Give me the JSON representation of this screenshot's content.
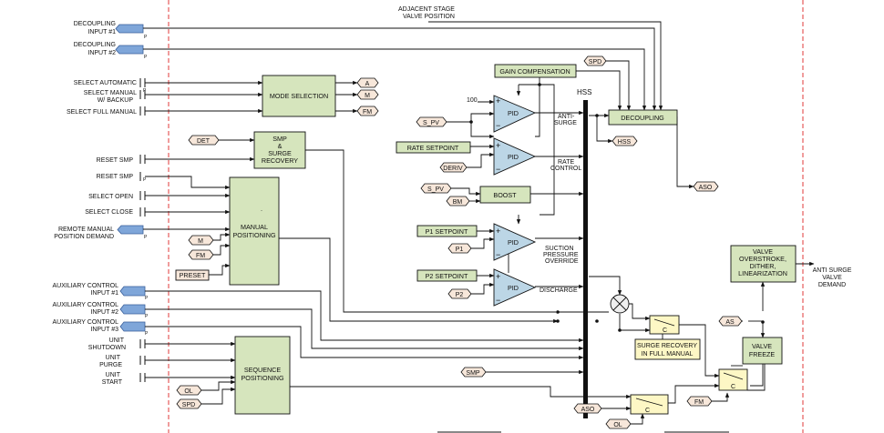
{
  "colors": {
    "block_fill": "#d6e5bd",
    "input_tag_fill": "#7fa6d9",
    "pid_fill": "#bcd6e6",
    "small_tag_fill": "#f7e7da",
    "switch_fill": "#fdf7c5",
    "boundary_line": "#e03a3a"
  },
  "inputs": {
    "decoupling1": [
      "DECOUPLING",
      "INPUT #1"
    ],
    "decoupling2": [
      "DECOUPLING",
      "INPUT #2"
    ],
    "select_automatic": "SELECT AUTOMATIC",
    "select_manual_backup": [
      "SELECT MANUAL",
      "W/ BACKUP"
    ],
    "select_full_manual": "SELECT FULL MANUAL",
    "reset_smp_1": "RESET SMP",
    "reset_smp_2": "RESET SMP",
    "select_open": "SELECT OPEN",
    "select_close": "SELECT CLOSE",
    "remote_manual": [
      "REMOTE MANUAL",
      "POSITION DEMAND"
    ],
    "aux1": [
      "AUXILIARY CONTROL",
      "INPUT #1"
    ],
    "aux2": [
      "AUXILIARY CONTROL",
      "INPUT #2"
    ],
    "aux3": [
      "AUXILIARY CONTROL",
      "INPUT #3"
    ],
    "unit_shutdown": [
      "UNIT",
      "SHUTDOWN"
    ],
    "unit_purge": [
      "UNIT",
      "PURGE"
    ],
    "unit_start": [
      "UNIT",
      "START"
    ],
    "p_suffix": "P"
  },
  "blocks": {
    "mode_selection": "MODE SELECTION",
    "smp_recovery": [
      "SMP",
      "&",
      "SURGE",
      "RECOVERY"
    ],
    "manual_positioning": [
      "MANUAL",
      "POSITIONING"
    ],
    "manual_dot": ".",
    "sequence_positioning": [
      "SEQUENCE",
      "POSITIONING"
    ],
    "gain_compensation": "GAIN COMPENSATION",
    "decoupling": "DECOUPLING",
    "boost": "BOOST",
    "rate_setpoint": "RATE SETPOINT",
    "p1_setpoint": "P1 SETPOINT",
    "p2_setpoint": "P2 SETPOINT",
    "valve_overstroke": [
      "VALVE",
      "OVERSTROKE,",
      "DITHER,",
      "LINEARIZATION"
    ],
    "valve_freeze": [
      "VALVE",
      "FREEZE"
    ],
    "preset": "PRESET"
  },
  "tags": {
    "a": "A",
    "m": "M",
    "fm": "FM",
    "det": "DET",
    "m2": "M",
    "fm2": "FM",
    "s_pv": "S_PV",
    "deriv": "DERIV",
    "s_pv2": "S_PV",
    "bm": "BM",
    "p1": "P1",
    "p2": "P2",
    "spd": "SPD",
    "hss": "HSS",
    "aso": "ASO",
    "as": "AS",
    "smp": "SMP",
    "ol": "OL",
    "spd2": "SPD",
    "aso2": "ASO",
    "ol2": "OL",
    "fm3": "FM"
  },
  "pid": {
    "label": "PID",
    "plus": "+",
    "minus": "−",
    "const_100": "100"
  },
  "signals": {
    "anti_surge": [
      "ANTI-",
      "SURGE"
    ],
    "rate_control": [
      "RATE",
      "CONTROL"
    ],
    "suction": [
      "SUCTION",
      "PRESSURE",
      "OVERRIDE"
    ],
    "discharge": "DISCHARGE",
    "hss_bar": "HSS",
    "adjacent_stage": [
      "ADJACENT STAGE",
      "VALVE POSITION"
    ],
    "output": [
      "ANTI SURGE",
      "VALVE",
      "DEMAND"
    ]
  },
  "switches": {
    "surge_recovery_full_manual": [
      "SURGE RECOVERY",
      "IN FULL MANUAL"
    ],
    "c": "C"
  }
}
